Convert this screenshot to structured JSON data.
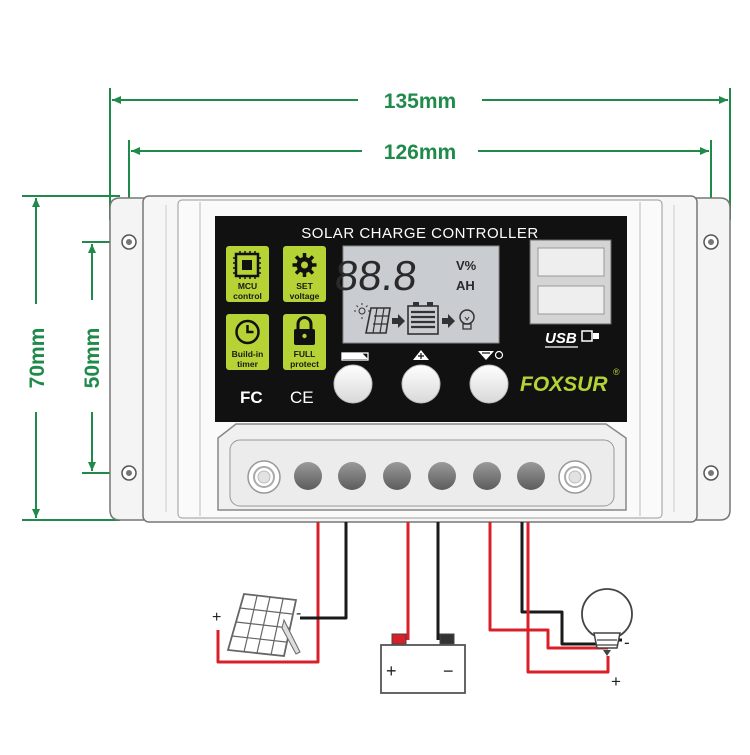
{
  "dimensions": {
    "total_width": "135mm",
    "hole_spacing_width": "126mm",
    "total_height": "70mm",
    "hole_spacing_height": "50mm"
  },
  "panel": {
    "title": "SOLAR CHARGE CONTROLLER",
    "brand": "FOXSUR",
    "brand_mark": "®",
    "usb_label": "USB",
    "certifications": [
      "FC",
      "CE"
    ]
  },
  "features": [
    {
      "line1": "MCU",
      "line2": "control",
      "icon": "chip-icon"
    },
    {
      "line1": "SET",
      "line2": "voltage",
      "icon": "gear-icon"
    },
    {
      "line1": "Build-in",
      "line2": "timer",
      "icon": "clock-icon"
    },
    {
      "line1": "FULL",
      "line2": "protect",
      "icon": "lock-icon"
    }
  ],
  "lcd": {
    "digits": "88.8",
    "unit_top": "V%",
    "unit_bottom": "AH"
  },
  "terminals": {
    "solar": {
      "plus": "+",
      "minus": "-"
    },
    "battery": {
      "plus": "+",
      "minus": "−"
    },
    "load": {
      "plus": "+",
      "minus": "-"
    }
  },
  "colors": {
    "dimension_line": "#1f8a4a",
    "feature_badge": "#b5d334",
    "brand": "#b5d334",
    "panel_bg": "#111111",
    "lcd_bg": "#c9ccd1",
    "wire_positive": "#d9202a",
    "wire_negative": "#1a1a1a"
  }
}
